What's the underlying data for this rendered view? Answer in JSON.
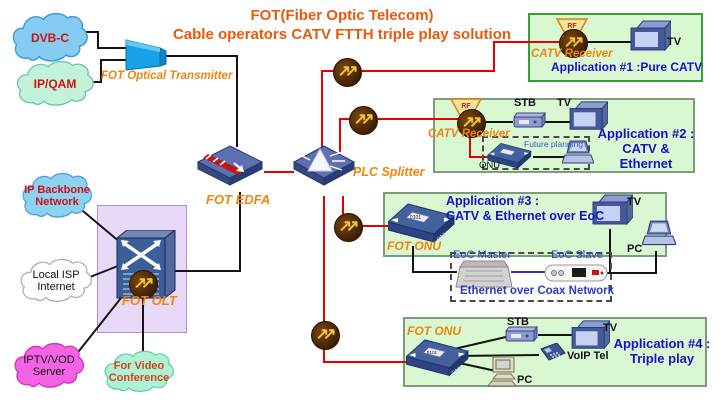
{
  "title": {
    "line1": "FOT(Fiber Optic Telecom)",
    "line2": "Cable operators CATV FTTH triple play solution"
  },
  "clouds": {
    "dvbc": {
      "label": "DVB-C"
    },
    "ipqam": {
      "label": "IP/QAM"
    },
    "ip_backbone": {
      "label": "IP Backbone Network"
    },
    "local_isp": {
      "label": "Local ISP Internet"
    },
    "iptv_vod": {
      "label": "IPTV/VOD Server"
    },
    "video_conf": {
      "label": "For Video Conference"
    }
  },
  "labels": {
    "optical_transmitter": "FOT Optical Transmitter",
    "edfa": "FOT EDFA",
    "plc_splitter": "PLC Splitter",
    "olt": "FOT OLT",
    "catv_receiver": "CATV Receiver",
    "rf": "RF",
    "onu": "ONU",
    "fot_onu": "FOT ONU",
    "stb": "STB",
    "tv": "TV",
    "pc": "PC",
    "voip": "VoIP Tel",
    "future_planning": "Future planning",
    "chip": "0101"
  },
  "apps": {
    "app1": {
      "title": "Application #1 :Pure CATV"
    },
    "app2": {
      "title_line1": "Application #2 :",
      "title_line2": "CATV & Ethernet"
    },
    "app3": {
      "title_line1": "Application #3 :",
      "title_line2": "CATV & Ethernet over EoC"
    },
    "app4": {
      "title_line1": "Application #4 :",
      "title_line2": "Triple play"
    }
  },
  "eoc": {
    "master": "EoC Master",
    "slave": "EoC Slave",
    "network": "Ethernet over Coax Network"
  },
  "icons": {
    "amp_arrows": "↗↗"
  },
  "colors": {
    "title_orange": "#e8590c",
    "app_title_blue": "#1212cc",
    "device_label_orange": "#ee850f",
    "fiber_red": "#e60000",
    "cable_black": "#141414",
    "coax_blue": "#2233cc",
    "app_box_green": "#d9f8d2",
    "olt_zone_purple": "#e9d9f9"
  }
}
